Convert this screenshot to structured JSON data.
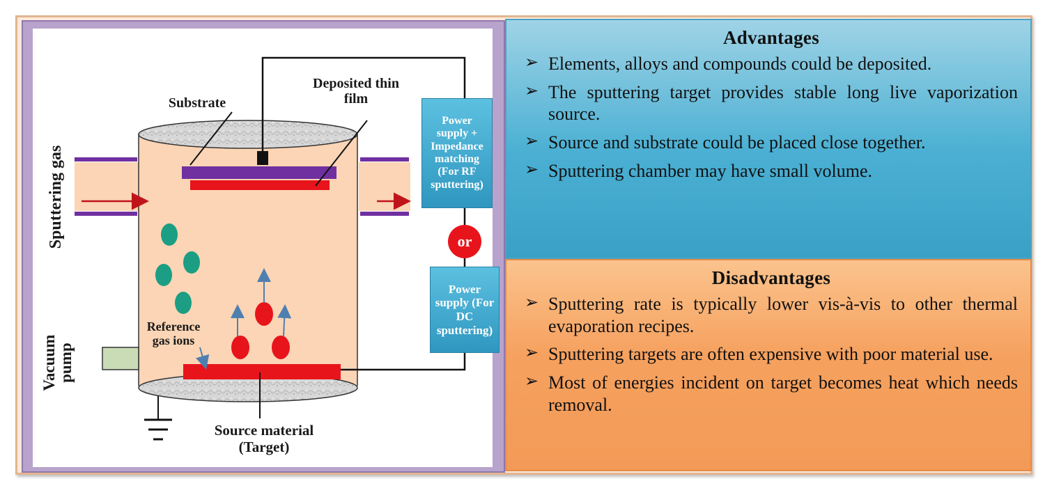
{
  "diagram": {
    "labels": {
      "substrate": "Substrate",
      "deposited_film": "Deposited thin film",
      "sputtering_gas": "Sputtering gas",
      "vacuum_pump": "Vacuum pump",
      "reference_gas_ions": "Reference gas ions",
      "source_material": "Source material (Target)"
    },
    "rf_supply_box": "Power supply + Impedance matching (For RF sputtering)",
    "or_label": "or",
    "dc_supply_box": "Power supply (For DC sputtering)",
    "colors": {
      "chamber": "#fbd5b5",
      "substrate_holder": "#7030a0",
      "film_and_target": "#e8141b",
      "gas_ions": "#1b9e84",
      "supply_box": "#3fa9cf",
      "or_circle": "#e8141b"
    }
  },
  "advantages": {
    "heading": "Advantages",
    "bullet_symbol": "➢",
    "items": [
      "Elements, alloys and compounds could be deposited.",
      "The sputtering target provides stable long live vaporization source.",
      "Source and substrate could be placed close together.",
      "Sputtering chamber may have small volume."
    ]
  },
  "disadvantages": {
    "heading": "Disadvantages",
    "bullet_symbol": "➢",
    "items": [
      "Sputtering rate is typically lower vis-à-vis to other thermal evaporation recipes.",
      "Sputtering targets are often expensive with poor material use.",
      "Most of energies incident on target becomes heat which needs removal."
    ]
  }
}
